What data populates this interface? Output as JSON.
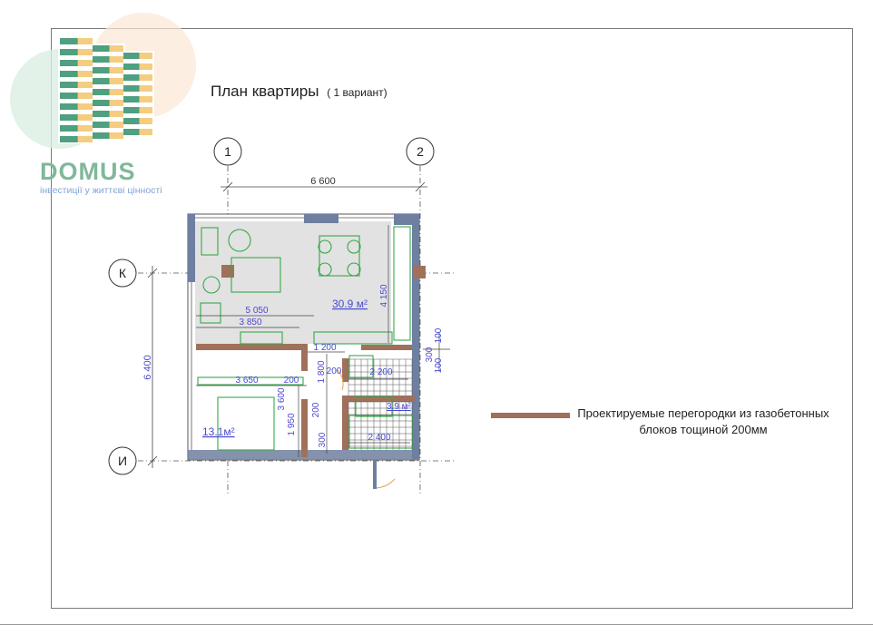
{
  "title": {
    "main": "План квартиры",
    "variant": "( 1 вариант)"
  },
  "logo": {
    "wordmark": "DOMUS",
    "tagline": "інвестиції у життєві цінності"
  },
  "axes": {
    "vertical": [
      "1",
      "2"
    ],
    "horizontal": [
      "К",
      "И"
    ]
  },
  "dimensions": {
    "overall_width": "6 600",
    "overall_depth": "6 400",
    "living_width": "5 050",
    "living_inner": "3 850",
    "living_depth": "4 150",
    "bedroom_width": "3 650",
    "bedroom_depth": "3 600",
    "corridor_width": "1 200",
    "bath_width": "2 200",
    "wc_width": "2 400",
    "d200a": "200",
    "d200b": "200",
    "d200c": "200",
    "d300a": "300",
    "d300b": "300",
    "d100a": "100",
    "d100b": "100",
    "d1800": "1 800",
    "d1950": "1 950"
  },
  "areas": {
    "living": "30.9 м²",
    "bedroom": "13.1м²",
    "bath": "3.9 м²"
  },
  "legend": {
    "text": "Проектируемые перегородки из газобетонных блоков тощиной 200мм"
  },
  "colors": {
    "partition": "#a0705a",
    "wall": "#6e7fa0",
    "furniture": "#37a84a",
    "dim": "#4a4ad0"
  }
}
